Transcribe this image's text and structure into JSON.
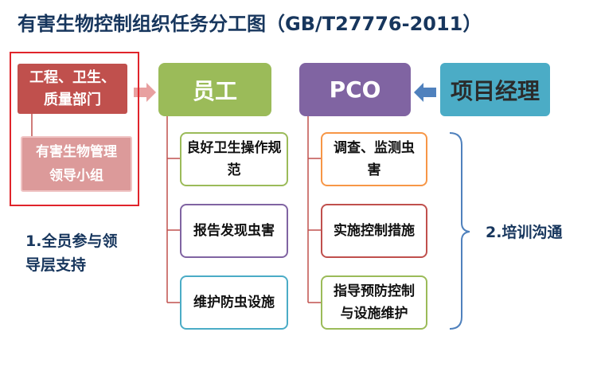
{
  "title": "有害生物控制组织任务分工图（GB/T27776-2011）",
  "nodes": {
    "dept": "工程、卫生、质量部门",
    "mgmt_group": "有害生物管理领导小组",
    "employee": "员工",
    "pco": "PCO",
    "project_manager": "项目经理"
  },
  "employee_tasks": [
    "良好卫生操作规范",
    "报告发现虫害",
    "维护防虫设施"
  ],
  "pco_tasks": [
    "调查、监测虫害",
    "实施控制措施",
    "指导预防控制与设施维护"
  ],
  "notes": {
    "participation": "1.全员参与领导层支持",
    "communication": "2.培训沟通"
  },
  "colors": {
    "title": "#17365d",
    "red_frame": "#e0242b",
    "dept": "#c0504d",
    "mgmt": "#dc9a9a",
    "employee": "#9bbb59",
    "pco": "#8064a2",
    "project_manager": "#4bacc6",
    "arrow_pink": "#e8a0a0",
    "arrow_blue": "#4f81bd"
  }
}
